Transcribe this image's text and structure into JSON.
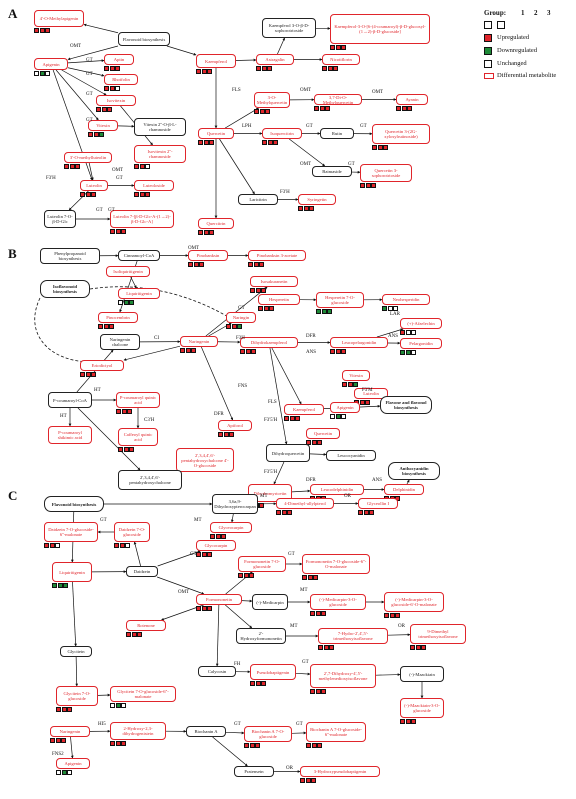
{
  "panels": [
    "A",
    "B",
    "C"
  ],
  "legend": {
    "group_label": "Group:",
    "group_numbers": [
      "1",
      "2",
      "3"
    ],
    "items": [
      {
        "label": "Upregulated",
        "color": "#e0252b",
        "type": "fill"
      },
      {
        "label": "Downregulated",
        "color": "#1e8a37",
        "type": "fill"
      },
      {
        "label": "Unchanged",
        "color": "#ffffff",
        "type": "fill"
      },
      {
        "label": "Differential metabolite",
        "color": "#e0252b",
        "type": "outline"
      }
    ]
  },
  "nodes": {
    "a_methylapigenin": {
      "text": "4'-O-Methylapigenin",
      "style": "red",
      "boxes": "rrr"
    },
    "a_flavonoid": {
      "text": "Flavonoid biosynthesis",
      "style": "black"
    },
    "a_kaemp_glc": {
      "text": "Kaempferol 3-O-β-D-sophorotrioside",
      "style": "black"
    },
    "a_kaemp_coum": {
      "text": "Kaempferol-3-O-[6-(4-coumaroyl)-β-D-glucosyl-(1→2)-β-D-glucoside]",
      "style": "red",
      "boxes": "rrr"
    },
    "a_apigenin": {
      "text": "Apigenin",
      "style": "red",
      "boxes": "wgw"
    },
    "a_apiin": {
      "text": "Apiin",
      "style": "red",
      "boxes": "rrr"
    },
    "a_rhoifolin": {
      "text": "Rhoifolin",
      "style": "red",
      "boxes": "rrw"
    },
    "a_isovitexin": {
      "text": "Isovitexin",
      "style": "red",
      "boxes": "rrr"
    },
    "a_vitexin": {
      "text": "Vitexin",
      "style": "red",
      "boxes": "rrg"
    },
    "a_vitexin_rham": {
      "text": "Vitexin 2''-O-β-L-rhamnoside",
      "style": "black"
    },
    "a_isovitexin_rham": {
      "text": "Isovitexin 2''-rhamnoside",
      "style": "red",
      "boxes": "rrw"
    },
    "a_methylluteolin": {
      "text": "3'-O-methylluteolin",
      "style": "red",
      "boxes": "rrr"
    },
    "a_luteolin": {
      "text": "Luteolin",
      "style": "red",
      "boxes": "rrr"
    },
    "a_luteoloside": {
      "text": "Luteoloside",
      "style": "red",
      "boxes": "rrr"
    },
    "a_luteolin_glc": {
      "text": "Luteolin 7-O-β-D-Glc",
      "style": "black"
    },
    "a_luteolin_glcglc": {
      "text": "Luteolin 7-[β-D-Glc-A-(1→2)-β-D-Glc-A]",
      "style": "red",
      "boxes": "rrr"
    },
    "a_kaempferol": {
      "text": "Kaempferol",
      "style": "red",
      "boxes": "rrr"
    },
    "a_astragalin": {
      "text": "Astragalin",
      "style": "red",
      "boxes": "rrr"
    },
    "a_nicotiflorin": {
      "text": "Nicotiflorin",
      "style": "red",
      "boxes": "rrr"
    },
    "a_methylquercetin": {
      "text": "3-O-Methylquercetin",
      "style": "red",
      "boxes": "rrr"
    },
    "a_dimethylquercetin": {
      "text": "3,7-Di-O-Methylquercetin",
      "style": "red",
      "boxes": "rrr"
    },
    "a_ayanin": {
      "text": "Ayanin",
      "style": "red",
      "boxes": "rrr"
    },
    "a_quercetin": {
      "text": "Quercetin",
      "style": "red",
      "boxes": "rrr"
    },
    "a_isoquercitrin": {
      "text": "Isoquercitrin",
      "style": "red",
      "boxes": "rrr"
    },
    "a_rutin": {
      "text": "Rutin",
      "style": "black"
    },
    "a_quercetin_xyl": {
      "text": "Quercetin 3-(2G-xylosylrutinoside)",
      "style": "red",
      "boxes": "rrr"
    },
    "a_baimaside": {
      "text": "Baimaside",
      "style": "black"
    },
    "a_quercetin_soph": {
      "text": "Quercetin 3-sophorotrioside",
      "style": "red",
      "boxes": "rrr"
    },
    "a_laricitrin": {
      "text": "Laricitrin",
      "style": "black"
    },
    "a_syringetin": {
      "text": "Syringetin",
      "style": "red",
      "boxes": "rrr"
    },
    "a_quercitrin": {
      "text": "Quercitrin",
      "style": "red",
      "boxes": "rrr"
    },
    "b_phenylprop": {
      "text": "Phenylpropanoid biosynthesis",
      "style": "black"
    },
    "b_cinnamoyl": {
      "text": "Cinnamoyl-CoA",
      "style": "black"
    },
    "b_pinobanksin": {
      "text": "Pinobanksin",
      "style": "red",
      "boxes": "rrr"
    },
    "b_pinobanksin_ac": {
      "text": "Pinobanksin 3-acetate",
      "style": "red",
      "boxes": "rrr"
    },
    "b_isoliquiritigenin": {
      "text": "Isoliquiritigenin",
      "style": "red"
    },
    "b_isoflavonoid": {
      "text": "Isoflavonoid biosynthesis",
      "style": "black bold"
    },
    "b_liquiritigenin": {
      "text": "Liquiritigenin",
      "style": "red",
      "boxes": "wgg"
    },
    "b_pinocembrin": {
      "text": "Pinocembrin",
      "style": "red",
      "boxes": "rrr"
    },
    "b_naringenin_ch": {
      "text": "Naringenin chalcone",
      "style": "black"
    },
    "b_naringenin": {
      "text": "Naringenin",
      "style": "red",
      "boxes": "rrr"
    },
    "b_naringin": {
      "text": "Naringin",
      "style": "red",
      "boxes": "rrg"
    },
    "b_isosakuranetin": {
      "text": "Isosakuranetin",
      "style": "red",
      "boxes": "rrr"
    },
    "b_hesperetin": {
      "text": "Hesperetin",
      "style": "red",
      "boxes": "rrr"
    },
    "b_hesperetin_glc": {
      "text": "Hesperetin 7-O-glucoside",
      "style": "red",
      "boxes": "ggg"
    },
    "b_neohesperidin": {
      "text": "Neohesperidin",
      "style": "red",
      "boxes": "gww"
    },
    "b_dihydrokaemp": {
      "text": "Dihydrokaempferol",
      "style": "red",
      "boxes": "rrr"
    },
    "b_leucopelargonidin": {
      "text": "Leucopelargonidin",
      "style": "red",
      "boxes": "rrr"
    },
    "b_afzelechin": {
      "text": "(+)-Afzelechin",
      "style": "red",
      "boxes": "rww"
    },
    "b_pelargonidin": {
      "text": "Pelargonidin",
      "style": "red",
      "boxes": "ggw"
    },
    "b_eriodictyol": {
      "text": "Eriodictyol",
      "style": "red",
      "boxes": "rrr"
    },
    "b_luteolin": {
      "text": "Luteolin",
      "style": "red",
      "boxes": "rrr"
    },
    "b_vitexin": {
      "text": "Vitexin",
      "style": "red",
      "boxes": "rrg"
    },
    "b_apigenin": {
      "text": "Apigenin",
      "style": "red",
      "boxes": "wgw"
    },
    "b_flavone": {
      "text": "Flavone and flavonol biosynthesis",
      "style": "black bold"
    },
    "b_coumaroylcoa": {
      "text": "P-coumaroyl-CoA",
      "style": "black"
    },
    "b_coumaroylquinic": {
      "text": "P-coumaroyl quinic acid",
      "style": "red",
      "boxes": "rrr"
    },
    "b_kaempferol": {
      "text": "Kaempferol",
      "style": "red",
      "boxes": "rrr"
    },
    "b_shikimic": {
      "text": "P-coumaroyl shikimic acid",
      "style": "red"
    },
    "b_caffeoylquinic": {
      "text": "Caffeoyl quinic acid",
      "style": "red",
      "boxes": "rrr"
    },
    "b_apiforol": {
      "text": "Apiforol",
      "style": "red",
      "boxes": "rrr"
    },
    "b_quercetin": {
      "text": "Quercetin",
      "style": "red",
      "boxes": "rrr"
    },
    "b_leucocyanidin": {
      "text": "Leucocyanidin",
      "style": "black"
    },
    "b_pentahydroxy": {
      "text": "2',3,4,4',6'-pentahydroxychalcone 4'-O-glucoside",
      "style": "red"
    },
    "b_dihydroquercetin": {
      "text": "Dihydroquercetin",
      "style": "black"
    },
    "b_tetrahydroxy": {
      "text": "2',3,4,4',6'-pentahydroxychalcone",
      "style": "black"
    },
    "b_anthocyanidin": {
      "text": "Anthocyanidin biosynthesis",
      "style": "black bold"
    },
    "b_dihydromyricetin": {
      "text": "Dihydromyricetin",
      "style": "red",
      "boxes": "rrr"
    },
    "b_leucodelphinidin": {
      "text": "Leucodelphinidin",
      "style": "red",
      "boxes": "rrr"
    },
    "b_delphinidin": {
      "text": "Delphinidin",
      "style": "red",
      "boxes": "rrr"
    },
    "c_flavonoid": {
      "text": "Flavonoid biosynthesis",
      "style": "black bold"
    },
    "c_dihydroxy": {
      "text": "3,6a,9-Dihydroxypterocarpan",
      "style": "black"
    },
    "c_dimethylallyl": {
      "text": "4-Dimethyl-allylpterol",
      "style": "red",
      "boxes": "rrr"
    },
    "c_glyceollinI": {
      "text": "Glyceollin I",
      "style": "red",
      "boxes": "rrr"
    },
    "c_glyceocarpin": {
      "text": "Glyceocarpin",
      "style": "red",
      "boxes": "rrr"
    },
    "c_daidzein_mal": {
      "text": "Daidzein 7-O-glucoside-6''-malonate",
      "style": "red",
      "boxes": "rrw"
    },
    "c_daidzin": {
      "text": "Daidzein 7-O-glucoside",
      "style": "red",
      "boxes": "rrw"
    },
    "c_glycocarpin": {
      "text": "Glycocarpin",
      "style": "red",
      "boxes": "rrr"
    },
    "c_liquiritigenin": {
      "text": "Liquiritigenin",
      "style": "red",
      "boxes": "ggg"
    },
    "c_daidzein": {
      "text": "Daidzein",
      "style": "black"
    },
    "c_formononetin_glc": {
      "text": "Formononetin 7-O-glucoside",
      "style": "red",
      "boxes": "rrr"
    },
    "c_formononetin_mal": {
      "text": "Formononetin 7-O-glucoside-6''-O-malonate",
      "style": "red",
      "boxes": "rrr"
    },
    "c_formononetin": {
      "text": "Formononetin",
      "style": "red",
      "boxes": "rrr"
    },
    "c_medicarpin": {
      "text": "(-)-Medicarpin",
      "style": "black"
    },
    "c_medicarpin_glc": {
      "text": "(-)-Medicarpin-3-O-glucoside",
      "style": "red",
      "boxes": "rrr"
    },
    "c_medicarpin_mal": {
      "text": "(-)-Medicarpin-3-O-glucoside-6'-O-malonate",
      "style": "red",
      "boxes": "rrr"
    },
    "c_rotenone": {
      "text": "Rotenone",
      "style": "red",
      "boxes": "rrr"
    },
    "c_hydroxyformo": {
      "text": "2'-Hydroxyformononetin",
      "style": "black"
    },
    "c_trimethoxy": {
      "text": "7-Hydro-2',4',5'-trimethoxyisoflavone",
      "style": "red",
      "boxes": "rrr"
    },
    "c_dimethyl": {
      "text": "9-Dimethyl trimethoxyisoflavone",
      "style": "red",
      "boxes": "rrr"
    },
    "c_glycitein": {
      "text": "Glycitein",
      "style": "black"
    },
    "c_glycitin": {
      "text": "Glycitein 7-O-glucoside",
      "style": "red",
      "boxes": "rrr"
    },
    "c_glycitin_mal": {
      "text": "Glycitein 7-O-glucoside-6''-malonate",
      "style": "red",
      "boxes": "wgw"
    },
    "c_calycosin": {
      "text": "Calycosin",
      "style": "black"
    },
    "c_pseudobaptigenin": {
      "text": "Pseudobaptigenin",
      "style": "red",
      "boxes": "rrr"
    },
    "c_dihydroxy_meth": {
      "text": "2',7-Dihydroxy-4',5'-methylenedioxyisoflavone",
      "style": "red",
      "boxes": "rrr"
    },
    "c_maackiain": {
      "text": "(-)-Maackiain",
      "style": "black"
    },
    "c_maackiain_glc": {
      "text": "(-)-Maackiain-3-O-glucoside",
      "style": "red",
      "boxes": "rrr"
    },
    "c_naringenin": {
      "text": "Naringenin",
      "style": "red",
      "boxes": "rrr"
    },
    "c_hydroxydihydro": {
      "text": "2-Hydroxy-2,3-dihydrogenistein",
      "style": "red",
      "boxes": "rrr"
    },
    "c_biochaninA": {
      "text": "Biochanin A",
      "style": "black"
    },
    "c_biochanin_glc": {
      "text": "Biochanin A 7-O-glucoside",
      "style": "red",
      "boxes": "rrr"
    },
    "c_biochanin_mal": {
      "text": "Biochanin A 7-O-glucoside-6''-malonate",
      "style": "red",
      "boxes": "rrr"
    },
    "c_apigenin": {
      "text": "Apigenin",
      "style": "red",
      "boxes": "wgw"
    },
    "c_pratensein": {
      "text": "Pratensein",
      "style": "black"
    },
    "c_hydroxypseudo": {
      "text": "3-Hydroxypseudobaptigenin",
      "style": "red",
      "boxes": "rrr"
    }
  },
  "edge_labels": [
    "OMT",
    "GT",
    "GT",
    "GT",
    "GT",
    "F3'H",
    "OMT",
    "GT",
    "GT",
    "GT",
    "FLS",
    "OMT",
    "OMT",
    "LPH",
    "GT",
    "GT",
    "OMT",
    "GT",
    "F3'H",
    "OMT",
    "CI",
    "GT",
    "F3H",
    "DFR",
    "LAR",
    "ANS",
    "ANS",
    "F3'M",
    "FNS",
    "FLS",
    "DFR",
    "F3'5'H",
    "F3'5'H",
    "DFR",
    "ANS",
    "HT",
    "HT",
    "C3'H",
    "MT",
    "OR",
    "MT",
    "GT",
    "GT",
    "GT",
    "OMT",
    "MT",
    "MT",
    "OR",
    "FH",
    "GT",
    "HI5",
    "GT",
    "GT",
    "OR",
    "FNS2"
  ]
}
